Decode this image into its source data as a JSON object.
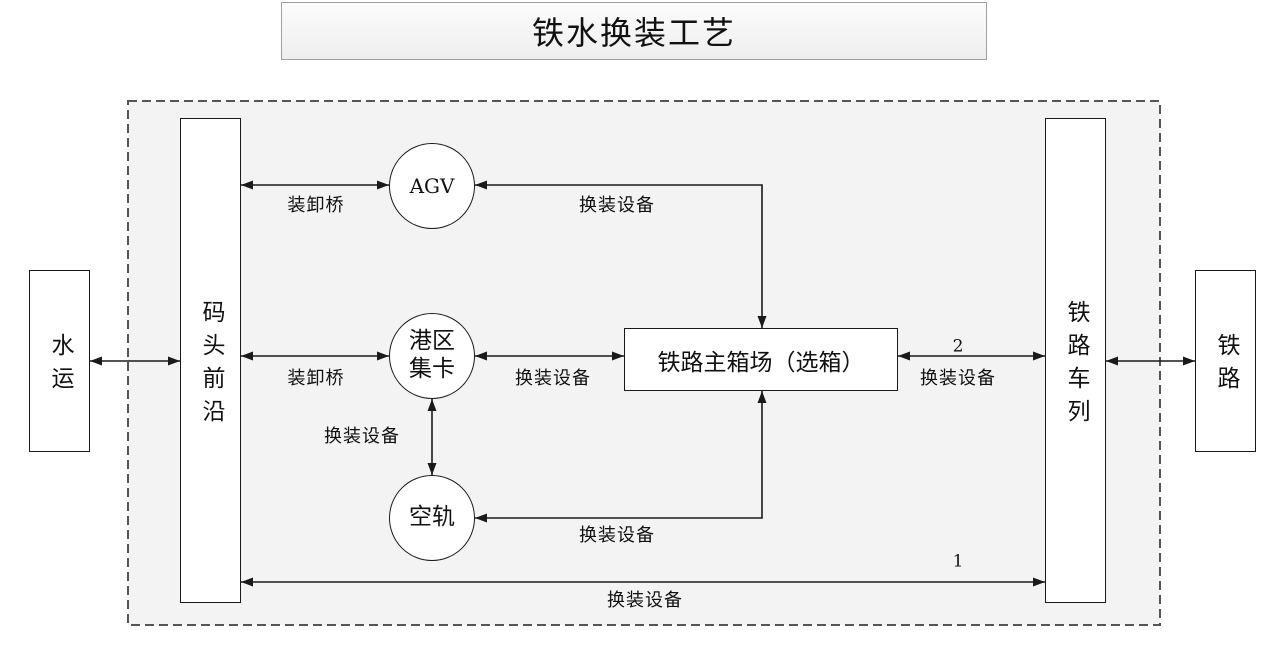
{
  "title": "铁水换装工艺",
  "nodes": {
    "water_transport": "水运",
    "quay_front": "码头前沿",
    "agv": "AGV",
    "port_truck": [
      "港区",
      "集卡"
    ],
    "air_rail": "空轨",
    "rail_yard": "铁路主箱场（选箱）",
    "rail_train": "铁路车列",
    "railway": "铁路"
  },
  "edges": {
    "quay_agv": {
      "label": "装卸桥"
    },
    "agv_yard": {
      "label": "换装设备"
    },
    "quay_truck": {
      "label": "装卸桥"
    },
    "truck_yard": {
      "label": "换装设备"
    },
    "truck_airrail": {
      "label": "换装设备"
    },
    "airrail_yard": {
      "label": "换装设备"
    },
    "yard_train": {
      "number": "2",
      "label": "换装设备"
    },
    "quay_train": {
      "number": "1",
      "label": "换装设备"
    }
  },
  "colors": {
    "line": "#1a1a1a",
    "region_fill": "#f3f3f3",
    "region_border": "#555555",
    "title_fill": "#eeeeee",
    "title_border": "#a0a0a0"
  }
}
